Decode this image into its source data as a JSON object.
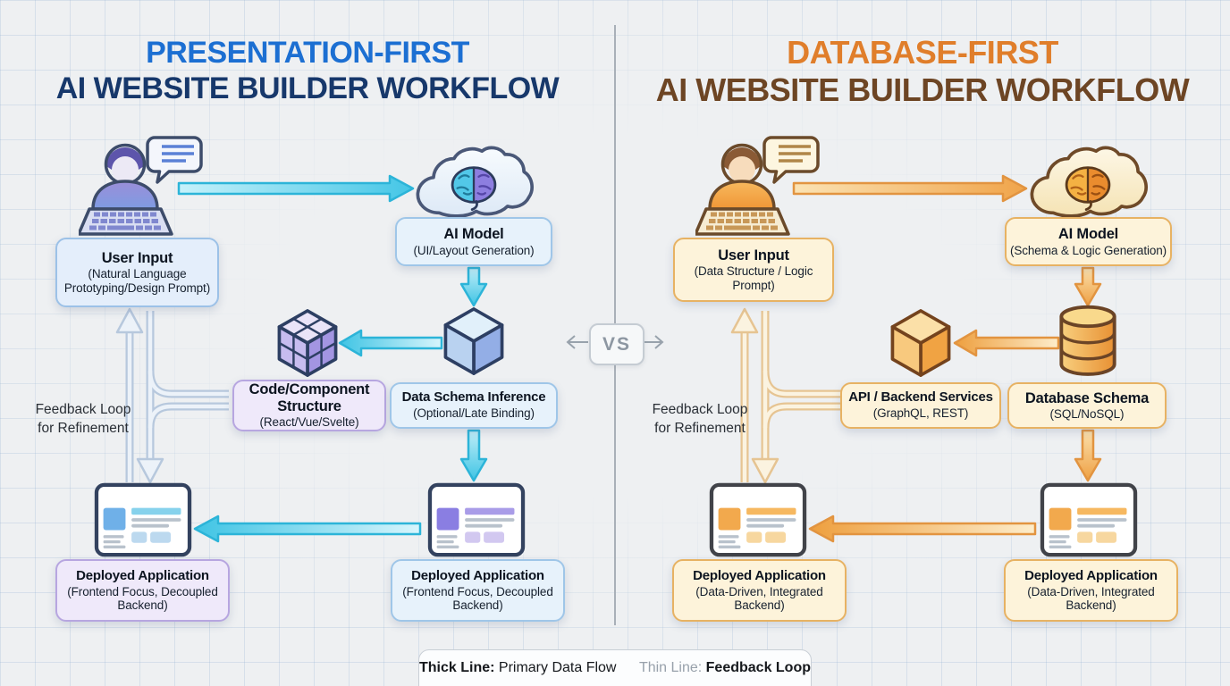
{
  "titles": {
    "left_line1": "PRESENTATION-FIRST",
    "left_line2": "AI WEBSITE BUILDER WORKFLOW",
    "right_line1": "DATABASE-FIRST",
    "right_line2": "AI WEBSITE BUILDER WORKFLOW"
  },
  "left_panel": {
    "user_input": {
      "title": "User Input",
      "subtitle": "(Natural Language Prototyping/Design Prompt)"
    },
    "ai_model": {
      "title": "AI Model",
      "subtitle": "(UI/Layout Generation)"
    },
    "code_component": {
      "title": "Code/Component Structure",
      "subtitle": "(React/Vue/Svelte)"
    },
    "data_schema_inference": {
      "title": "Data Schema Inference",
      "subtitle": "(Optional/Late Binding)"
    },
    "deployed_left": {
      "title": "Deployed Application",
      "subtitle": "(Frontend Focus, Decoupled Backend)"
    },
    "deployed_right": {
      "title": "Deployed Application",
      "subtitle": "(Frontend Focus, Decoupled Backend)"
    },
    "feedback_label": "Feedback Loop for Refinement"
  },
  "right_panel": {
    "user_input": {
      "title": "User Input",
      "subtitle": "(Data Structure / Logic Prompt)"
    },
    "ai_model": {
      "title": "AI Model",
      "subtitle": "(Schema & Logic Generation)"
    },
    "api_services": {
      "title": "API / Backend Services",
      "subtitle": "(GraphQL, REST)"
    },
    "database_schema": {
      "title": "Database Schema",
      "subtitle": "(SQL/NoSQL)"
    },
    "deployed_left": {
      "title": "Deployed Application",
      "subtitle": "(Data-Driven, Integrated Backend)"
    },
    "deployed_right": {
      "title": "Deployed Application",
      "subtitle": "(Data-Driven, Integrated Backend)"
    },
    "feedback_label": "Feedback Loop for Refinement"
  },
  "center": {
    "vs": "VS"
  },
  "legend": {
    "thick_label": "Thick Line:",
    "thick_value": " Primary Data Flow",
    "thin_label": "Thin Line:",
    "thin_value": " Feedback Loop"
  },
  "colors": {
    "left_title_accent": "#1c6fd2",
    "left_title_dark": "#17386b",
    "right_title_accent": "#e07e2b",
    "right_title_dark": "#6d4524",
    "left_flow_accent": "#2fbede",
    "right_flow_accent": "#eda24c",
    "left_box_blue": "#e4eefb",
    "left_box_purple": "#efe9fa",
    "right_box_cream": "#fdf3da"
  },
  "icons": {
    "person": "person-at-keyboard-icon",
    "speech_bubble": "speech-bubble-icon",
    "ai_cloud": "cloud-brain-icon",
    "cube": "cube-icon",
    "modular_cube": "modular-cube-icon",
    "database": "database-cylinder-icon",
    "browser": "browser-window-icon"
  }
}
